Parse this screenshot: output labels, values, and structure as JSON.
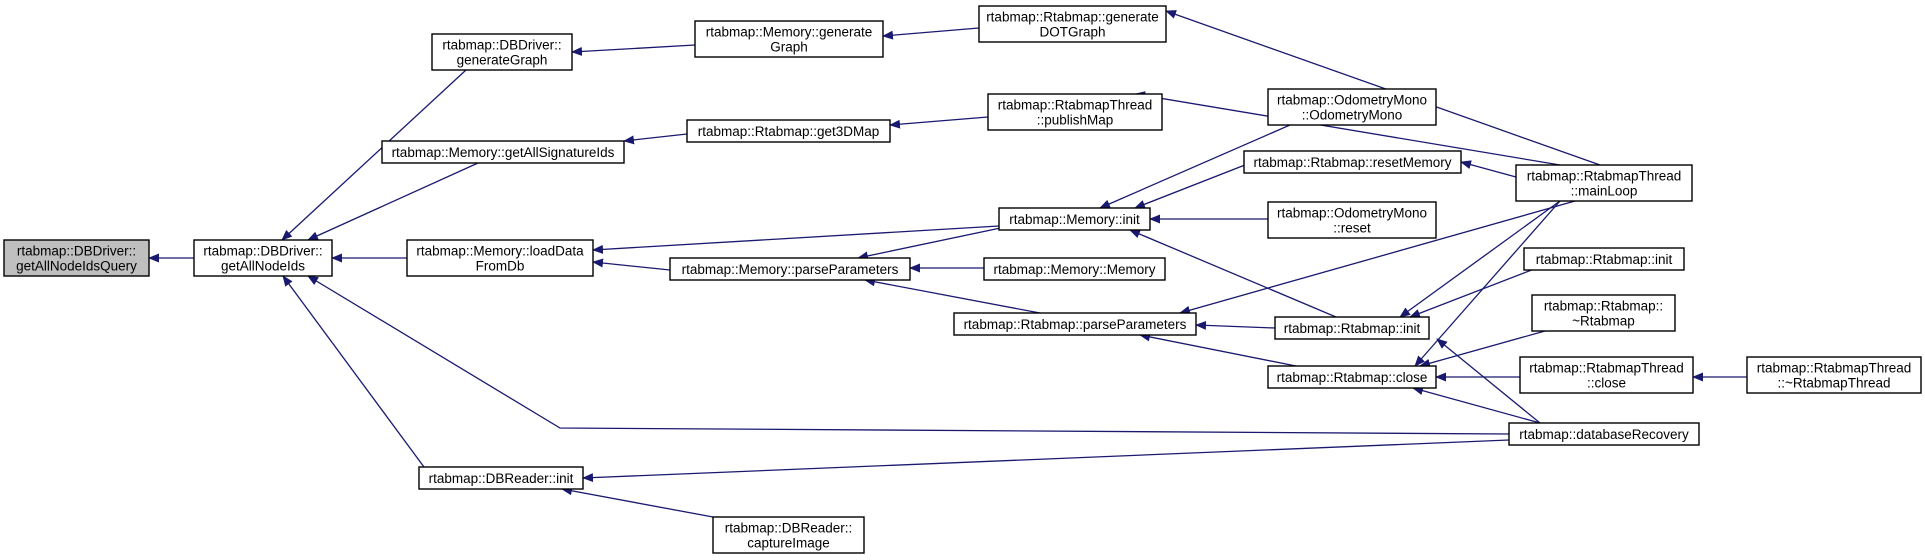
{
  "graph": {
    "nodes": [
      {
        "id": "n0",
        "label": [
          "rtabmap::DBDriver::",
          "getAllNodeIdsQuery"
        ],
        "root": true
      },
      {
        "id": "n1",
        "label": [
          "rtabmap::DBDriver::",
          "getAllNodeIds"
        ]
      },
      {
        "id": "n2",
        "label": [
          "rtabmap::DBDriver::",
          "generateGraph"
        ]
      },
      {
        "id": "n3",
        "label": [
          "rtabmap::Memory::getAllSignatureIds"
        ]
      },
      {
        "id": "n4",
        "label": [
          "rtabmap::Memory::loadData",
          "FromDb"
        ]
      },
      {
        "id": "n5",
        "label": [
          "rtabmap::DBReader::init"
        ]
      },
      {
        "id": "n6",
        "label": [
          "rtabmap::Memory::generate",
          "Graph"
        ]
      },
      {
        "id": "n7",
        "label": [
          "rtabmap::Rtabmap::get3DMap"
        ]
      },
      {
        "id": "n8",
        "label": [
          "rtabmap::Memory::parseParameters"
        ]
      },
      {
        "id": "n9",
        "label": [
          "rtabmap::DBReader::",
          "captureImage"
        ]
      },
      {
        "id": "n10",
        "label": [
          "rtabmap::Rtabmap::generate",
          "DOTGraph"
        ]
      },
      {
        "id": "n11",
        "label": [
          "rtabmap::RtabmapThread",
          "::publishMap"
        ]
      },
      {
        "id": "n12",
        "label": [
          "rtabmap::Memory::init"
        ]
      },
      {
        "id": "n13",
        "label": [
          "rtabmap::Memory::Memory"
        ]
      },
      {
        "id": "n14",
        "label": [
          "rtabmap::Rtabmap::parseParameters"
        ]
      },
      {
        "id": "n15",
        "label": [
          "rtabmap::OdometryMono",
          "::OdometryMono"
        ]
      },
      {
        "id": "n16",
        "label": [
          "rtabmap::Rtabmap::resetMemory"
        ]
      },
      {
        "id": "n17",
        "label": [
          "rtabmap::OdometryMono",
          "::reset"
        ]
      },
      {
        "id": "n18",
        "label": [
          "rtabmap::Rtabmap::init"
        ]
      },
      {
        "id": "n19",
        "label": [
          "rtabmap::Rtabmap::close"
        ]
      },
      {
        "id": "n20",
        "label": [
          "rtabmap::RtabmapThread",
          "::mainLoop"
        ]
      },
      {
        "id": "n21",
        "label": [
          "rtabmap::Rtabmap::init"
        ]
      },
      {
        "id": "n22",
        "label": [
          "rtabmap::Rtabmap::",
          "~Rtabmap"
        ]
      },
      {
        "id": "n23",
        "label": [
          "rtabmap::RtabmapThread",
          "::close"
        ]
      },
      {
        "id": "n24",
        "label": [
          "rtabmap::databaseRecovery"
        ]
      },
      {
        "id": "n25",
        "label": [
          "rtabmap::RtabmapThread",
          "::~RtabmapThread"
        ]
      }
    ],
    "edges": [
      {
        "from": "n1",
        "to": "n0"
      },
      {
        "from": "n2",
        "to": "n1"
      },
      {
        "from": "n3",
        "to": "n1"
      },
      {
        "from": "n4",
        "to": "n1"
      },
      {
        "from": "n5",
        "to": "n1"
      },
      {
        "from": "n24",
        "to": "n1"
      },
      {
        "from": "n6",
        "to": "n2"
      },
      {
        "from": "n10",
        "to": "n6"
      },
      {
        "from": "n20",
        "to": "n10"
      },
      {
        "from": "n7",
        "to": "n3"
      },
      {
        "from": "n11",
        "to": "n7"
      },
      {
        "from": "n20",
        "to": "n11"
      },
      {
        "from": "n12",
        "to": "n4"
      },
      {
        "from": "n8",
        "to": "n4"
      },
      {
        "from": "n12",
        "to": "n8"
      },
      {
        "from": "n13",
        "to": "n8"
      },
      {
        "from": "n14",
        "to": "n8"
      },
      {
        "from": "n15",
        "to": "n12"
      },
      {
        "from": "n16",
        "to": "n12"
      },
      {
        "from": "n17",
        "to": "n12"
      },
      {
        "from": "n18",
        "to": "n12"
      },
      {
        "from": "n20",
        "to": "n16"
      },
      {
        "from": "n18",
        "to": "n14"
      },
      {
        "from": "n19",
        "to": "n14"
      },
      {
        "from": "n20",
        "to": "n14"
      },
      {
        "from": "n20",
        "to": "n18"
      },
      {
        "from": "n21",
        "to": "n18"
      },
      {
        "from": "n24",
        "to": "n18"
      },
      {
        "from": "n20",
        "to": "n19"
      },
      {
        "from": "n22",
        "to": "n19"
      },
      {
        "from": "n23",
        "to": "n19"
      },
      {
        "from": "n24",
        "to": "n19"
      },
      {
        "from": "n25",
        "to": "n23"
      },
      {
        "from": "n9",
        "to": "n5"
      },
      {
        "from": "n24",
        "to": "n5"
      }
    ]
  },
  "colors": {
    "edge": "#191970",
    "node_border": "#000000",
    "node_fill": "#ffffff",
    "root_fill": "#bfbfbf"
  }
}
